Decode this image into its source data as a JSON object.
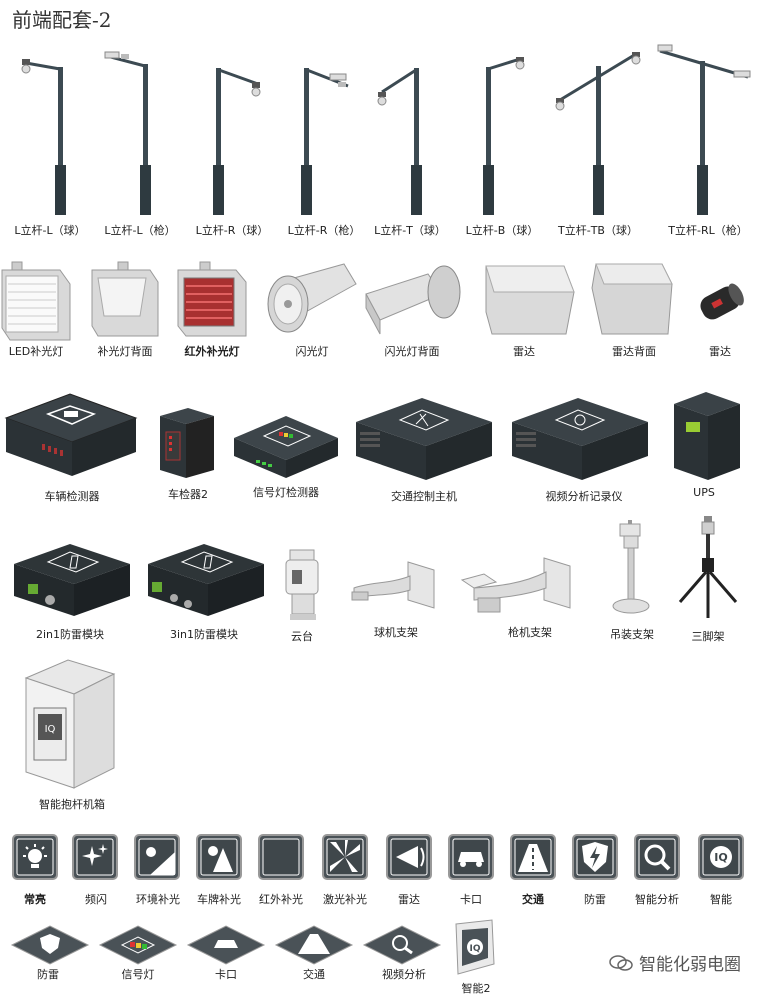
{
  "title": "前端配套-2",
  "poles": [
    "L立杆-L（球）",
    "L立杆-L（枪）",
    "L立杆-R（球）",
    "L立杆-R（枪）",
    "L立杆-T（球）",
    "L立杆-B（球）",
    "T立杆-TB（球）",
    "T立杆-RL（枪）"
  ],
  "row2": [
    "LED补光灯",
    "补光灯背面",
    "红外补光灯",
    "闪光灯",
    "闪光灯背面",
    "雷达",
    "雷达背面",
    "雷达"
  ],
  "row3": [
    "车辆检测器",
    "车检器2",
    "信号灯检测器",
    "交通控制主机",
    "视频分析记录仪",
    "UPS"
  ],
  "row4": [
    "2in1防雷模块",
    "3in1防雷模块",
    "云台",
    "球机支架",
    "枪机支架",
    "吊装支架",
    "三脚架"
  ],
  "row5": [
    "智能抱杆机箱"
  ],
  "icons": [
    "常亮",
    "频闪",
    "环境补光",
    "车牌补光",
    "红外补光",
    "激光补光",
    "雷达",
    "卡口",
    "交通",
    "防雷",
    "智能分析",
    "智能"
  ],
  "iso_icons": [
    "防雷",
    "信号灯",
    "卡口",
    "交通",
    "视频分析",
    "智能2"
  ],
  "watermark": "智能化弱电圈"
}
